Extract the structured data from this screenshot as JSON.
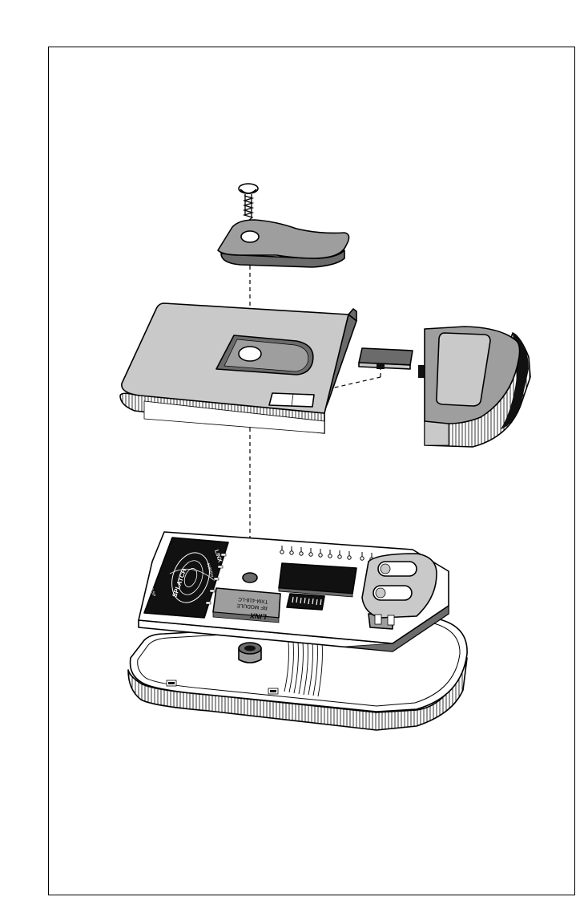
{
  "figure": {
    "colors": {
      "light_gray": "#c9c9c9",
      "mid_gray": "#9e9e9e",
      "dark_gray": "#6b6b6b",
      "black": "#111111",
      "white": "#ffffff"
    },
    "rf_module": {
      "brand": "LINX",
      "line1": "RF MODULE",
      "line2": "TXM-418-LC"
    },
    "antenna_module": {
      "brand": "LINX",
      "text1": "SPLATCH",
      "text2": "418MHz",
      "text3": "418-SP"
    }
  }
}
